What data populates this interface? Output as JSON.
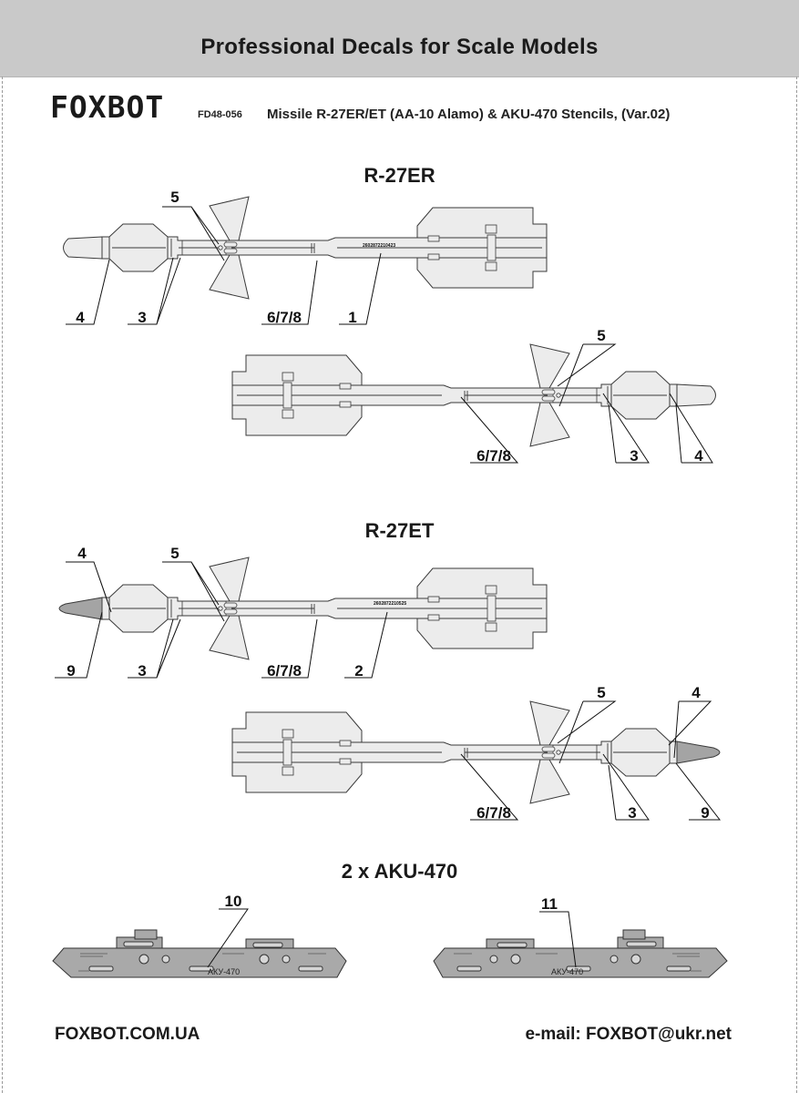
{
  "header": {
    "title": "Professional Decals for Scale Models"
  },
  "brand": {
    "logo": "FOXBOT",
    "code": "FD48-056",
    "subtitle": "Missile R-27ER/ET (AA-10 Alamo) & AKU-470 Stencils, (Var.02)"
  },
  "sections": {
    "er": "R-27ER",
    "et": "R-27ET",
    "aku": "2 x AKU-470"
  },
  "serials": {
    "er": "2602872210423",
    "et": "2602872210525"
  },
  "aku_marking": "АКУ-470",
  "callouts": {
    "er_top": [
      "5",
      "4",
      "3",
      "6/7/8",
      "1"
    ],
    "er_bottom": [
      "5",
      "6/7/8",
      "3",
      "4"
    ],
    "et_top": [
      "4",
      "5",
      "9",
      "3",
      "6/7/8",
      "2"
    ],
    "et_bottom": [
      "5",
      "4",
      "6/7/8",
      "3",
      "9"
    ],
    "aku": [
      "10",
      "11"
    ]
  },
  "footer": {
    "website": "FOXBOT.COM.UA",
    "email": "e-mail: FOXBOT@ukr.net"
  },
  "colors": {
    "banner": "#c9c9c9",
    "missile_body": "#ececec",
    "ir_seeker": "#a4a4a4",
    "rail": "#a9a9a9"
  }
}
